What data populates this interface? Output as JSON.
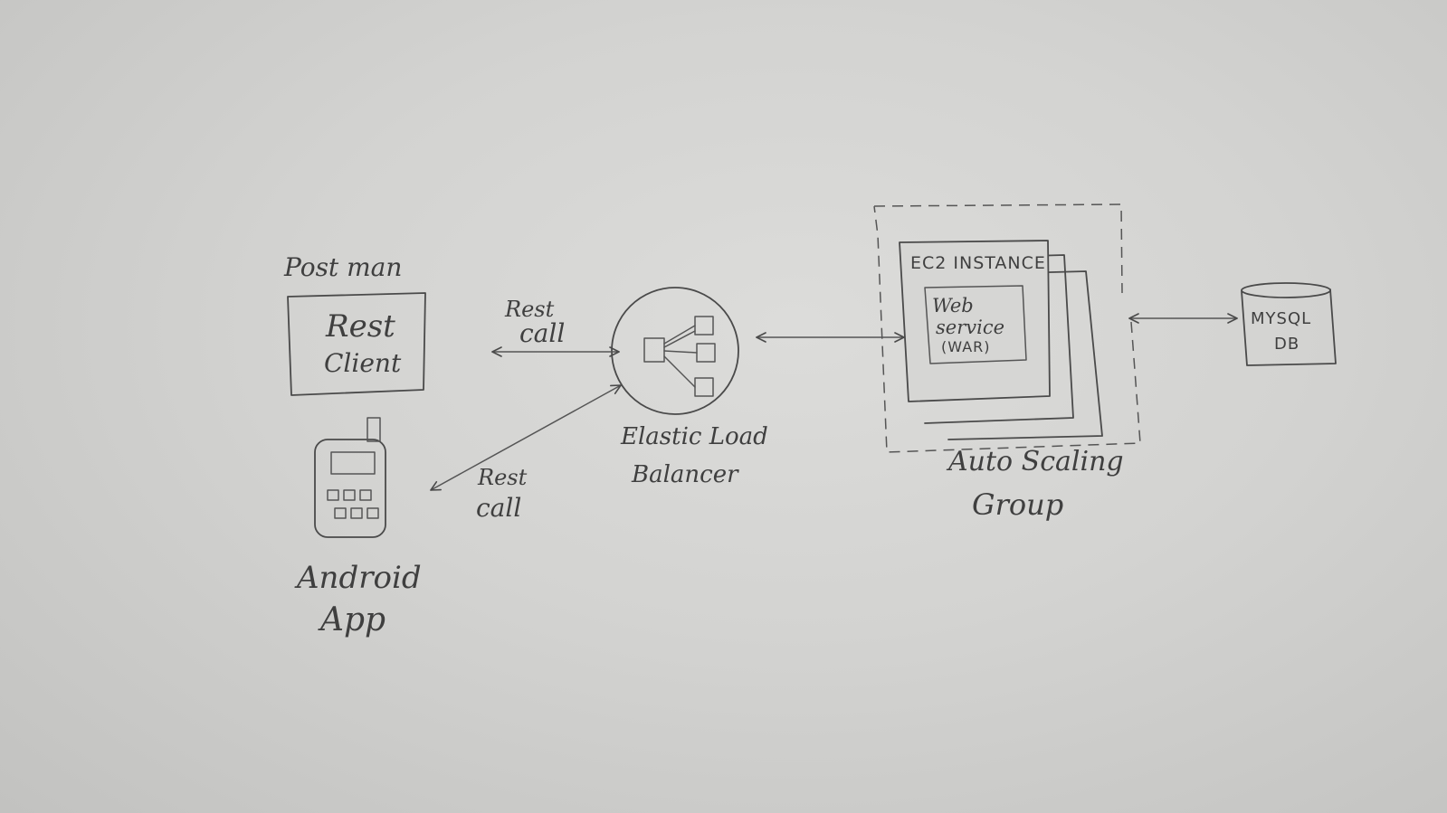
{
  "nodes": {
    "postman": {
      "title": "Post man",
      "box_line1": "Rest",
      "box_line2": "Client"
    },
    "android": {
      "line1": "Android",
      "line2": "App"
    },
    "load_balancer": {
      "line1": "Elastic Load",
      "line2": "Balancer"
    },
    "ec2": {
      "title": "EC2 INSTANCE",
      "web_line1": "Web",
      "web_line2": "service",
      "web_line3": "(WAR)"
    },
    "asg": {
      "line1": "Auto Scaling",
      "line2": "Group"
    },
    "db": {
      "line1": "MYSQL",
      "line2": "DB"
    }
  },
  "edges": {
    "rest_call_top": {
      "line1": "Rest",
      "line2": "call"
    },
    "rest_call_bottom": {
      "line1": "Rest",
      "line2": "call"
    }
  },
  "colors": {
    "paper": "#d6d6d4",
    "ink": "#4a4a4a"
  }
}
